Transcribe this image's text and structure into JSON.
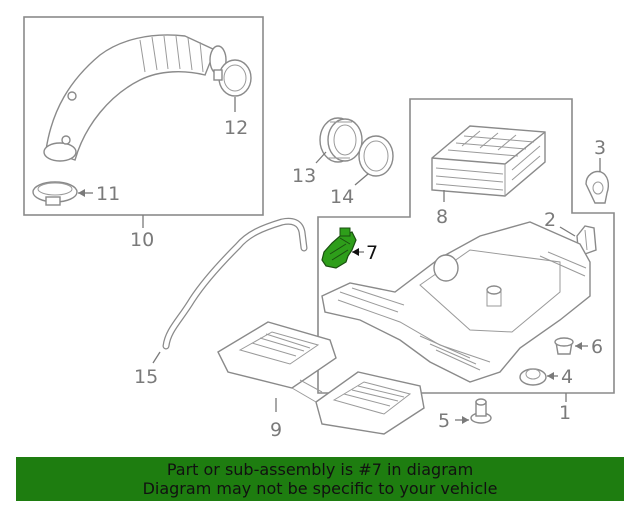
{
  "callouts": {
    "c1": "1",
    "c2": "2",
    "c3": "3",
    "c4": "4",
    "c5": "5",
    "c6": "6",
    "c7": "7",
    "c8": "8",
    "c9": "9",
    "c10": "10",
    "c11": "11",
    "c12": "12",
    "c13": "13",
    "c14": "14",
    "c15": "15"
  },
  "highlight_part": "7",
  "colors": {
    "highlight_part": "#2e9e1a",
    "banner_background": "#1e7d10",
    "line_art": "#8a8a8a"
  },
  "banner": {
    "line1": "Part or sub-assembly is #7 in diagram",
    "line2": "Diagram may not be specific to your vehicle"
  }
}
